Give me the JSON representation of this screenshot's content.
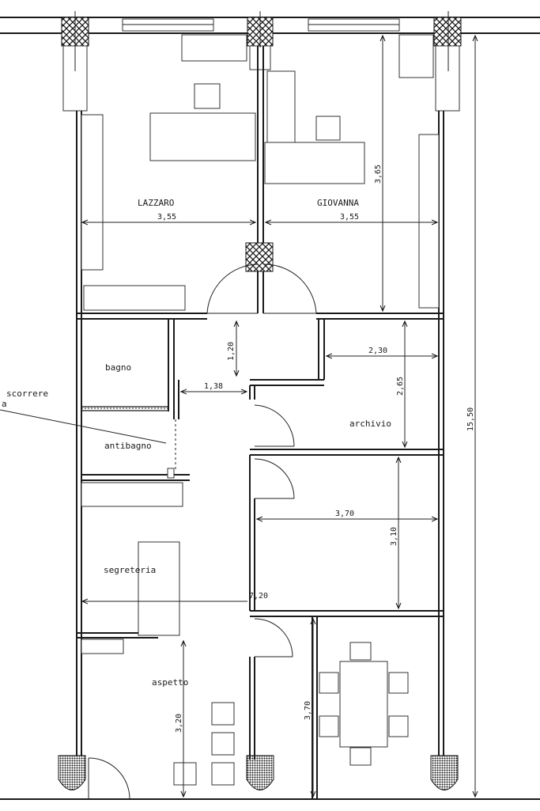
{
  "rooms": {
    "lazzaro": "LAZZARO",
    "giovanna": "GIOVANNA",
    "bagno": "bagno",
    "antibagno": "antibagno",
    "archivio": "archivio",
    "segreteria": "segreteria",
    "aspetto": "aspetto"
  },
  "dimensions": {
    "lazzaro_width": "3,55",
    "giovanna_width": "3,55",
    "giovanna_depth": "3,65",
    "corridor_top": "1,20",
    "corridor_width": "1,38",
    "archivio_width": "2,30",
    "archivio_depth": "2,65",
    "room_width": "3,70",
    "room_depth": "3,10",
    "segreteria_width": "7,20",
    "aspetto_depth": "3,20",
    "meeting_depth": "3,70",
    "total_length": "15,50"
  },
  "annotations": {
    "note_line1": "scorrere",
    "note_line2": "a"
  }
}
